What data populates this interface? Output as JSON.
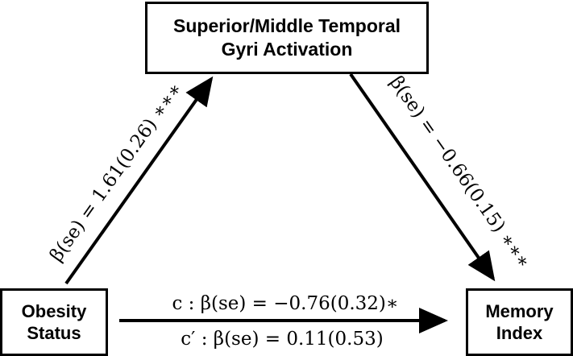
{
  "nodes": {
    "mediator": {
      "line1": "Superior/Middle Temporal",
      "line2": "Gyri Activation"
    },
    "predictor": {
      "line1": "Obesity",
      "line2": "Status"
    },
    "outcome": {
      "line1": "Memory",
      "line2": "Index"
    }
  },
  "paths": {
    "a": "β(se) = 1.61(0.26) ∗∗∗",
    "b": "β(se) = −0.66(0.15) ∗∗∗",
    "c": "c : β(se) = −0.76(0.32)∗",
    "c_prime": "c′ : β(se) = 0.11(0.53)"
  }
}
